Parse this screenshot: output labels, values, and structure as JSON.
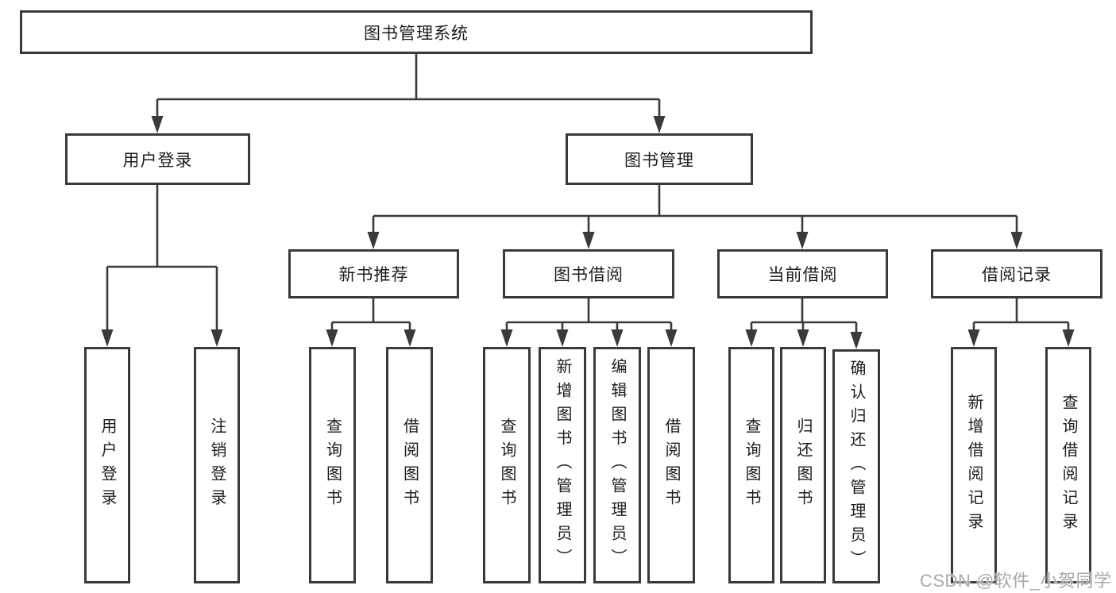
{
  "diagram": {
    "root": {
      "label": "图书管理系统"
    },
    "branches": [
      {
        "label": "用户登录",
        "leaves": [
          "用户登录",
          "注销登录"
        ]
      },
      {
        "label": "图书管理",
        "groups": [
          {
            "label": "新书推荐",
            "leaves": [
              "查询图书",
              "借阅图书"
            ]
          },
          {
            "label": "图书借阅",
            "leaves": [
              "查询图书",
              "新增图书（管理员）",
              "编辑图书（管理员）",
              "借阅图书"
            ]
          },
          {
            "label": "当前借阅",
            "leaves": [
              "查询图书",
              "归还图书",
              "确认归还（管理员）"
            ]
          },
          {
            "label": "借阅记录",
            "leaves": [
              "新增借阅记录",
              "查询借阅记录"
            ]
          }
        ]
      }
    ]
  },
  "watermark": "CSDN @软件_小贺同学",
  "colors": {
    "line": "#3a3a3a",
    "text": "#1d1d1d",
    "watermark": "#a9a9a9",
    "background": "#ffffff"
  }
}
